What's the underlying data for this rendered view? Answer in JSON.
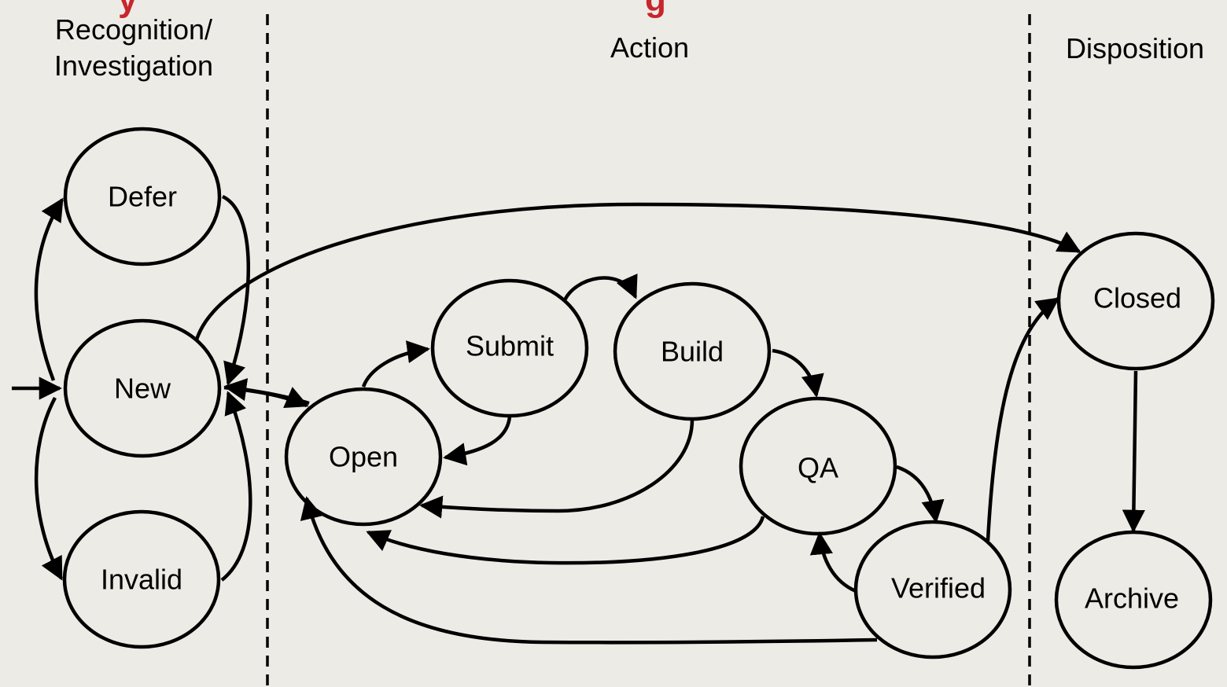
{
  "header": {
    "title_fragment_left": "y",
    "title_fragment_right": "g"
  },
  "phases": {
    "recognition_line1": "Recognition/",
    "recognition_line2": "Investigation",
    "action": "Action",
    "disposition": "Disposition"
  },
  "nodes": {
    "defer": "Defer",
    "new": "New",
    "invalid": "Invalid",
    "open": "Open",
    "submit": "Submit",
    "build": "Build",
    "qa": "QA",
    "verified": "Verified",
    "closed": "Closed",
    "archive": "Archive"
  },
  "colors": {
    "background": "#edebe5",
    "stroke": "#000000",
    "title_red": "#c8252c"
  }
}
